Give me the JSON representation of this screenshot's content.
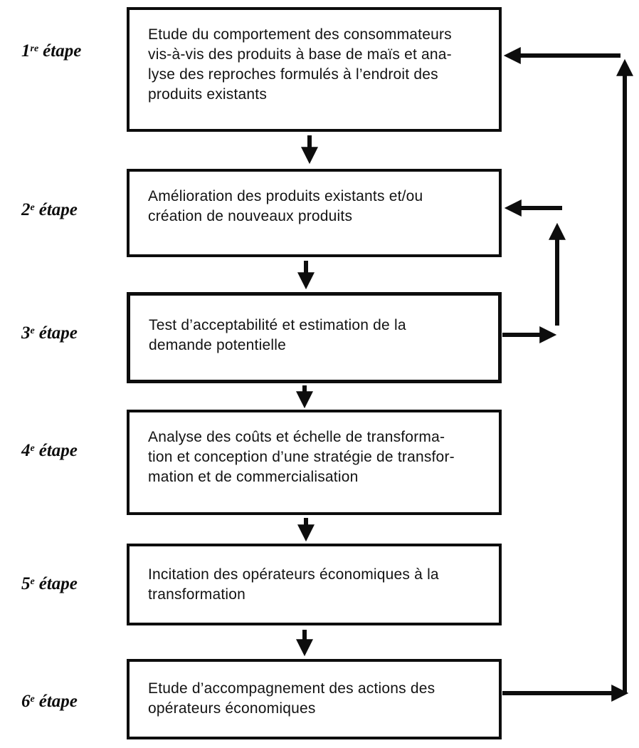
{
  "diagram": {
    "language": "fr",
    "type": "flowchart",
    "steps": [
      {
        "id": "step1",
        "label": {
          "num": "1",
          "sup": "re",
          "word": "étape"
        },
        "text": "Etude du comportement des consommateurs\nvis-à-vis des produits à base de maïs et ana-\nlyse des reproches formulés à l’endroit des\nproduits existants"
      },
      {
        "id": "step2",
        "label": {
          "num": "2",
          "sup": "e",
          "word": "étape"
        },
        "text": "Amélioration des produits existants et/ou\ncréation de nouveaux produits"
      },
      {
        "id": "step3",
        "label": {
          "num": "3",
          "sup": "e",
          "word": "étape"
        },
        "text": "Test d’acceptabilité et estimation de la\ndemande potentielle"
      },
      {
        "id": "step4",
        "label": {
          "num": "4",
          "sup": "e",
          "word": "étape"
        },
        "text": "Analyse des coûts et échelle de transforma-\ntion et conception d’une stratégie de transfor-\nmation et de commercialisation"
      },
      {
        "id": "step5",
        "label": {
          "num": "5",
          "sup": "e",
          "word": "étape"
        },
        "text": "Incitation des opérateurs économiques à la\ntransformation"
      },
      {
        "id": "step6",
        "label": {
          "num": "6",
          "sup": "e",
          "word": "étape"
        },
        "text": "Etude d’accompagnement des actions des\nopérateurs économiques"
      }
    ],
    "connections": [
      {
        "from": "step1",
        "to": "step2",
        "type": "forward"
      },
      {
        "from": "step2",
        "to": "step3",
        "type": "forward"
      },
      {
        "from": "step3",
        "to": "step4",
        "type": "forward"
      },
      {
        "from": "step4",
        "to": "step5",
        "type": "forward"
      },
      {
        "from": "step5",
        "to": "step6",
        "type": "forward"
      },
      {
        "from": "step3",
        "to": "step2",
        "type": "feedback"
      },
      {
        "from": "step6",
        "to": "step1",
        "type": "feedback"
      }
    ],
    "colors": {
      "ink": "#0d0d0d",
      "paper": "#ffffff"
    }
  }
}
